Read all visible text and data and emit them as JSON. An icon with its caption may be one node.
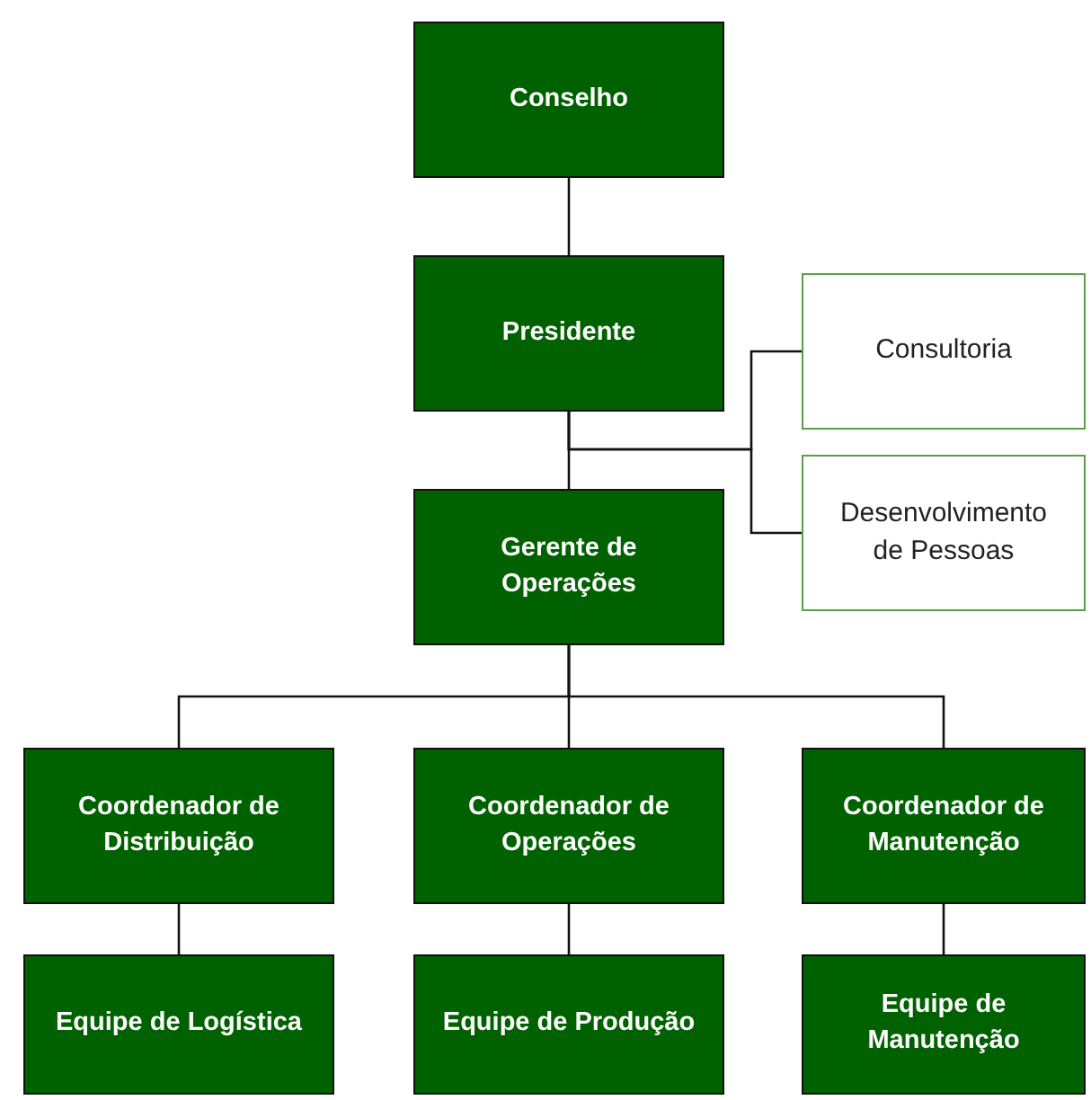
{
  "diagram": {
    "nodes": [
      {
        "text": [
          "Conselho"
        ]
      },
      {
        "text": [
          "Presidente"
        ]
      },
      {
        "text": [
          "Consultoria"
        ]
      },
      {
        "text": [
          "Desenvolvimento de Pessoas"
        ]
      },
      {
        "text": [
          "Gerente de Operações"
        ]
      },
      {
        "text": [
          "Coordenador de Distribuição"
        ]
      },
      {
        "text": [
          "Coordenador de Operações"
        ]
      },
      {
        "text": [
          "Coordenador de Manutenção"
        ]
      },
      {
        "text": [
          "Equipe de Logística"
        ]
      },
      {
        "text": [
          "Equipe de Produção"
        ]
      },
      {
        "text": [
          "Equipe de Manutenção"
        ]
      }
    ],
    "edges": [
      {
        "from": 0,
        "to": 1,
        "arrow": "none"
      },
      {
        "from": 1,
        "to": 2,
        "arrow": "none"
      },
      {
        "from": 1,
        "to": 3,
        "arrow": "none"
      },
      {
        "from": 1,
        "to": 4,
        "arrow": "none"
      },
      {
        "from": 4,
        "to": 5,
        "arrow": "none"
      },
      {
        "from": 4,
        "to": 6,
        "arrow": "none"
      },
      {
        "from": 4,
        "to": 7,
        "arrow": "none"
      },
      {
        "from": 5,
        "to": 8,
        "arrow": "none"
      },
      {
        "from": 6,
        "to": 9,
        "arrow": "none"
      },
      {
        "from": 7,
        "to": 10,
        "arrow": "none"
      }
    ]
  }
}
